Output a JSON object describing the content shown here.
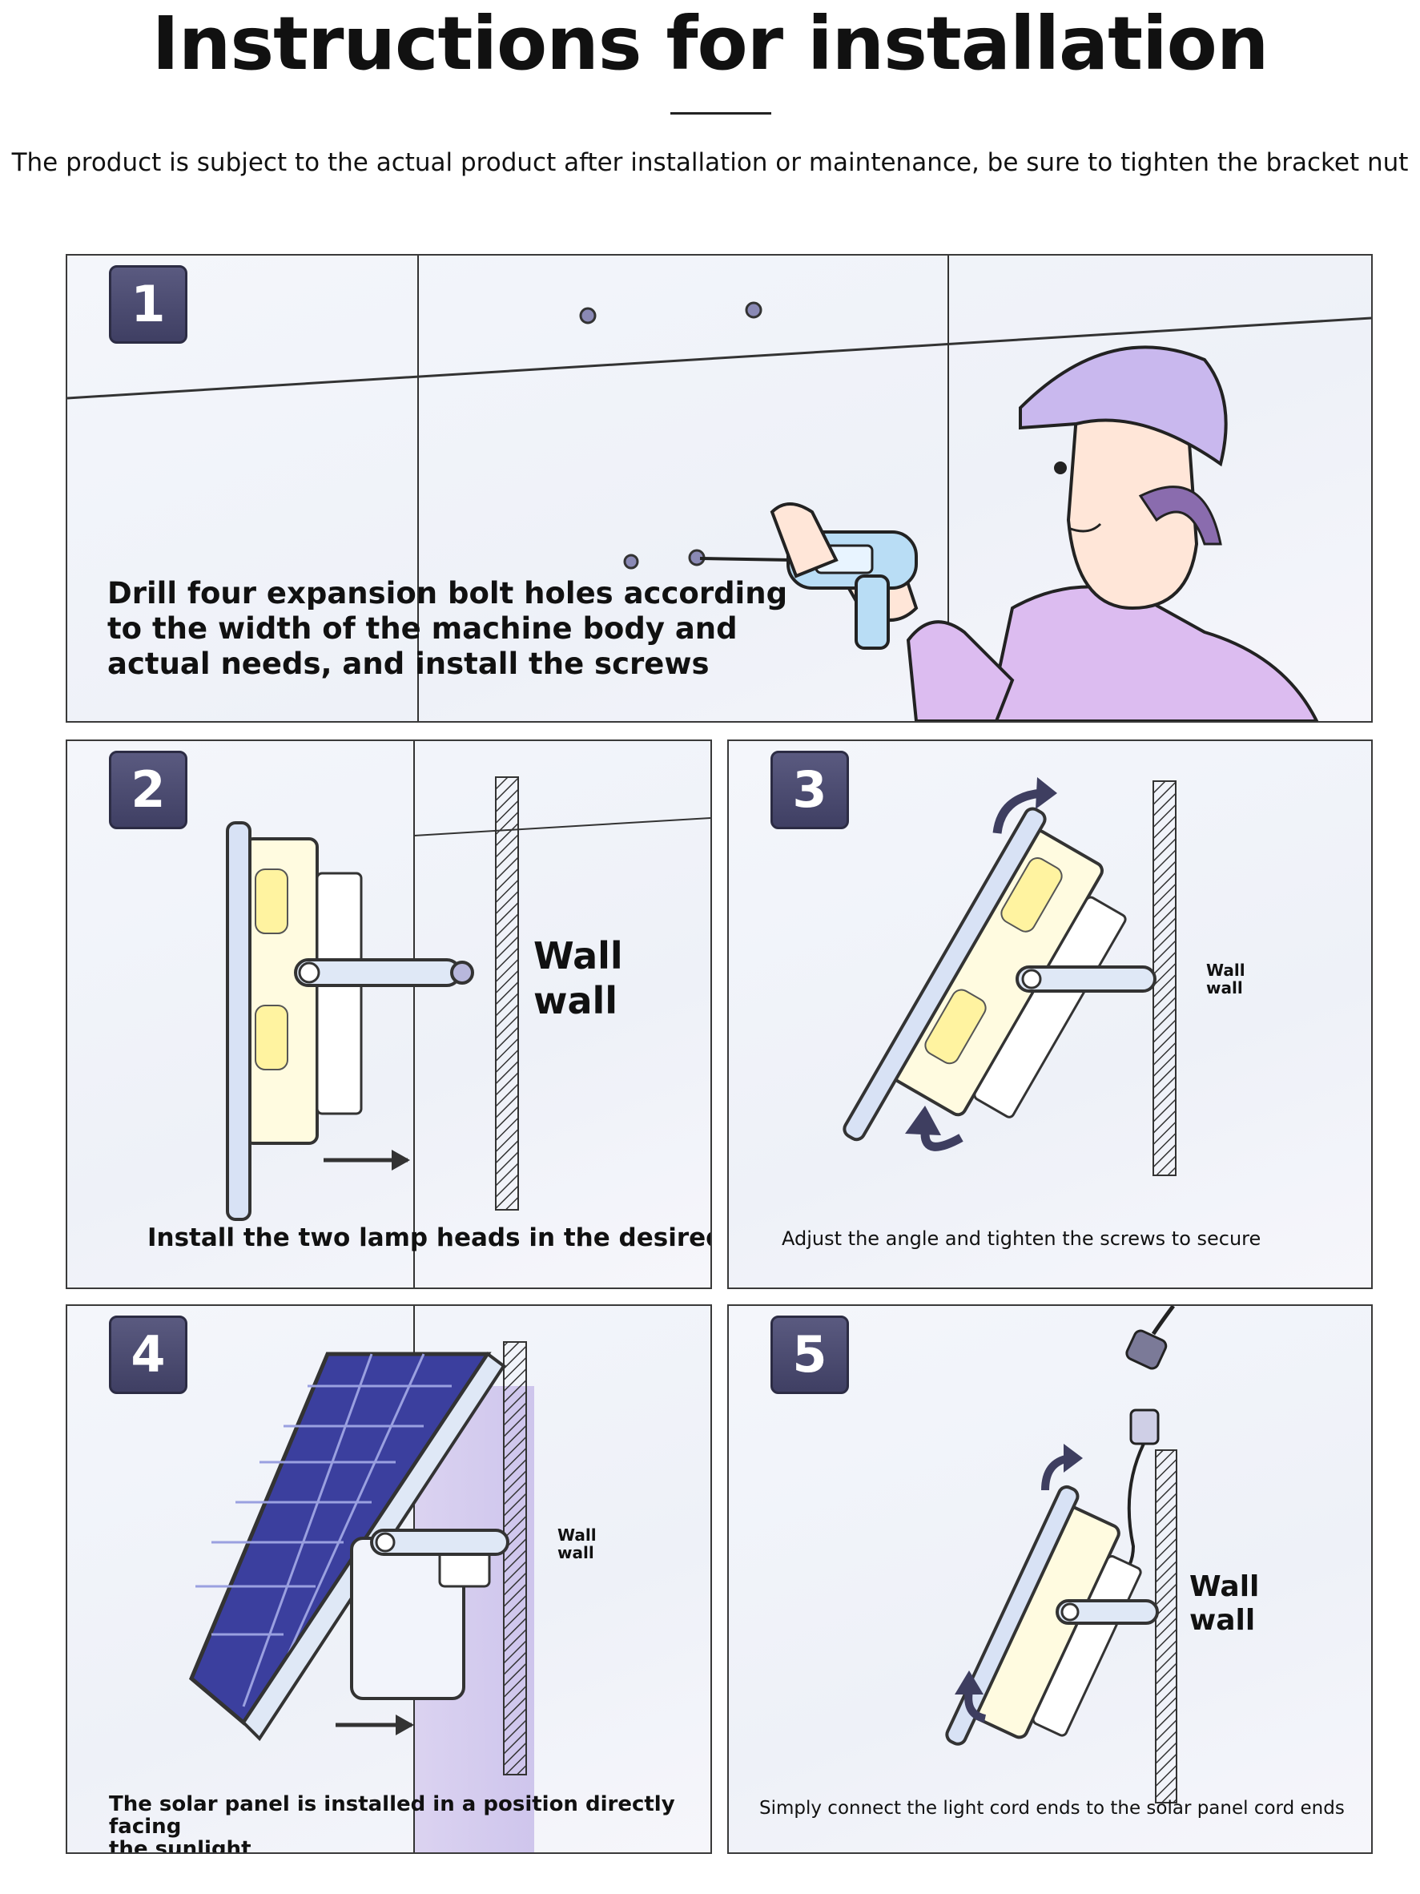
{
  "header": {
    "title": "Instructions for installation",
    "subtitle": "The product is subject to the actual product after installation or maintenance, be sure to tighten the bracket nut"
  },
  "steps": [
    {
      "number": "1",
      "caption_lines": [
        "Drill four expansion bolt holes according",
        "to the width of the machine body and",
        "actual needs, and install the screws"
      ]
    },
    {
      "number": "2",
      "caption": "Install the two lamp heads in the desired slot",
      "wall_labels": [
        "Wall",
        "wall"
      ]
    },
    {
      "number": "3",
      "caption": "Adjust the angle and tighten the screws to secure",
      "wall_labels": [
        "Wall",
        "wall"
      ]
    },
    {
      "number": "4",
      "caption_lines": [
        "The solar panel is installed in a position directly facing",
        "the sunlight"
      ],
      "wall_labels": [
        "Wall",
        "wall"
      ]
    },
    {
      "number": "5",
      "caption": "Simply connect the light cord ends to the solar panel cord ends",
      "wall_labels": [
        "Wall",
        "wall"
      ]
    }
  ],
  "colors": {
    "badge": "#4a4a70",
    "outline": "#3a3a3a",
    "solar_panel": "#3b3f9e",
    "cap": "#c9b8ee",
    "shirt": "#d9b9ee"
  }
}
